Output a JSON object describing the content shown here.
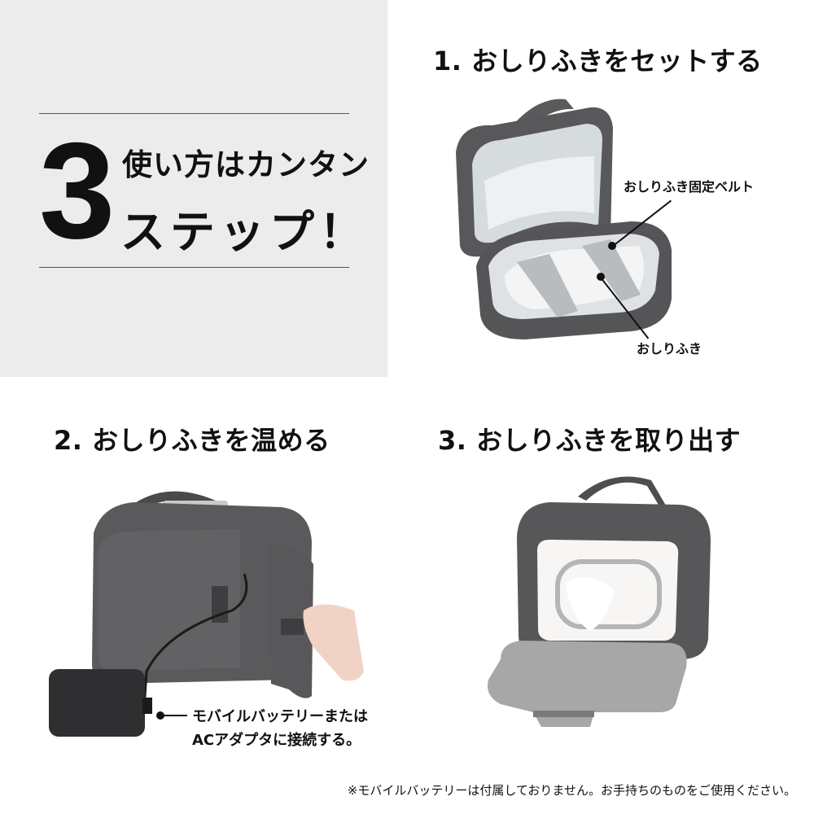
{
  "hero": {
    "number": "3",
    "line1": "使い方はカンタン",
    "line2": "ステップ！"
  },
  "steps": [
    {
      "title": "1. おしりふきをセットする",
      "callouts": [
        "おしりふき固定ベルト",
        "おしりふき"
      ]
    },
    {
      "title": "2. おしりふきを温める",
      "callouts": [
        "モバイルバッテリーまたは",
        "ACアダプタに接続する。"
      ]
    },
    {
      "title": "3. おしりふきを取り出す"
    }
  ],
  "footnote": "※モバイルバッテリーは付属しておりません。お手持ちのものをご使用ください。",
  "colors": {
    "panel_bg": "#ececec",
    "bag_fabric": "#555557",
    "lining": "#d9dde0",
    "flap": "#a9a9a9"
  },
  "icons": {
    "step1_image": "open-bag-with-wipes",
    "step2_image": "bag-connected-to-battery",
    "step3_image": "bag-with-dispenser-opening"
  }
}
